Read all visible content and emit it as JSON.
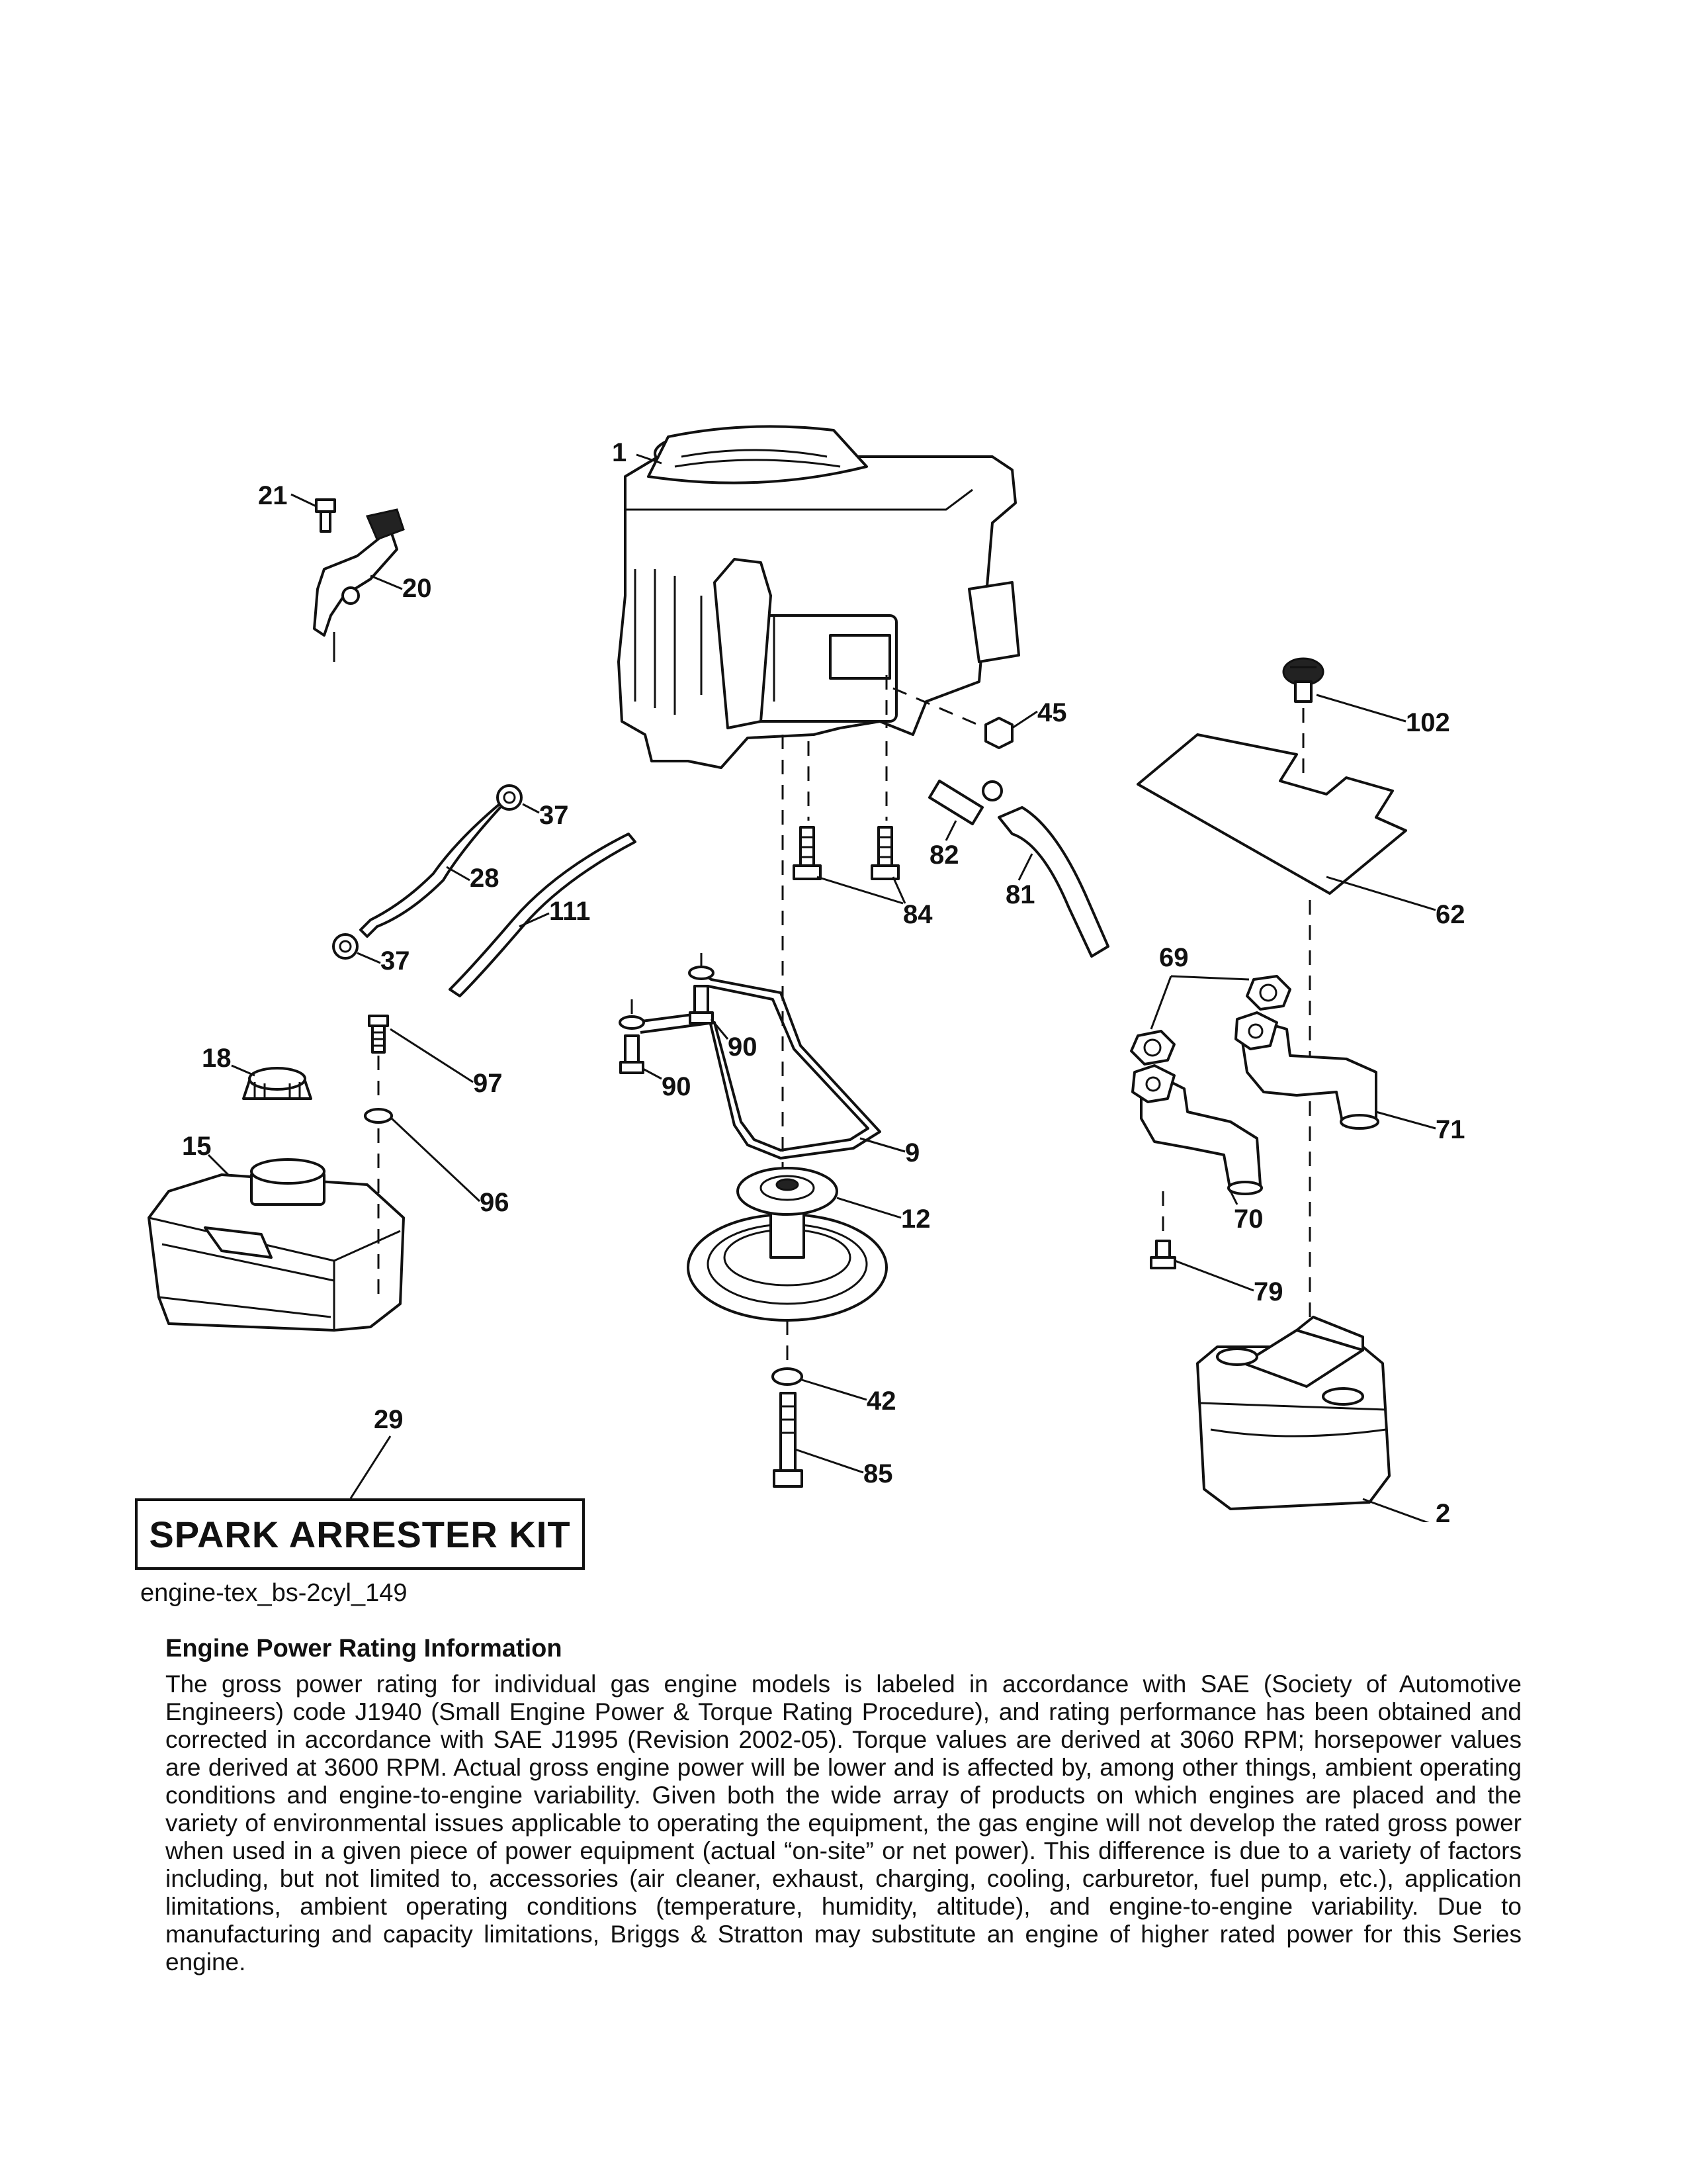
{
  "callouts": {
    "c1": "1",
    "c2": "2",
    "c9": "9",
    "c12": "12",
    "c15": "15",
    "c18": "18",
    "c20": "20",
    "c21": "21",
    "c28": "28",
    "c29": "29",
    "c37a": "37",
    "c37b": "37",
    "c42": "42",
    "c45": "45",
    "c62": "62",
    "c69": "69",
    "c70": "70",
    "c71": "71",
    "c79": "79",
    "c81": "81",
    "c82": "82",
    "c84": "84",
    "c85": "85",
    "c90a": "90",
    "c90b": "90",
    "c96": "96",
    "c97": "97",
    "c102": "102",
    "c111": "111"
  },
  "spark_arrester_label": "SPARK ARRESTER KIT",
  "figure_id": "engine-tex_bs-2cyl_149",
  "info": {
    "title": "Engine Power Rating Information",
    "body": "The gross power rating for individual gas engine models is labeled in accordance with SAE (Society of Automotive Engineers) code J1940 (Small Engine Power & Torque Rating Procedure), and rating performance has been obtained and corrected in accordance with SAE J1995 (Revision 2002-05). Torque values are derived at 3060 RPM; horsepower values are derived at 3600 RPM. Actual gross engine power will be lower and is affected by, among other things, ambient operating conditions and engine-to-engine variability. Given both the wide array of products on which engines are placed and the variety of environmental issues applicable to operating the equipment, the gas engine will not develop the rated gross power when used in a given piece of power equipment (actual “on-site” or net power). This difference is due to a variety of factors including, but not limited to, accessories (air cleaner, exhaust, charging, cooling, carburetor, fuel pump, etc.), application limitations, ambient operating conditions (temperature, humidity, altitude), and engine-to-engine variability. Due to manufacturing and capacity limitations, Briggs & Stratton may substitute an engine of higher rated power for this Series engine."
  }
}
